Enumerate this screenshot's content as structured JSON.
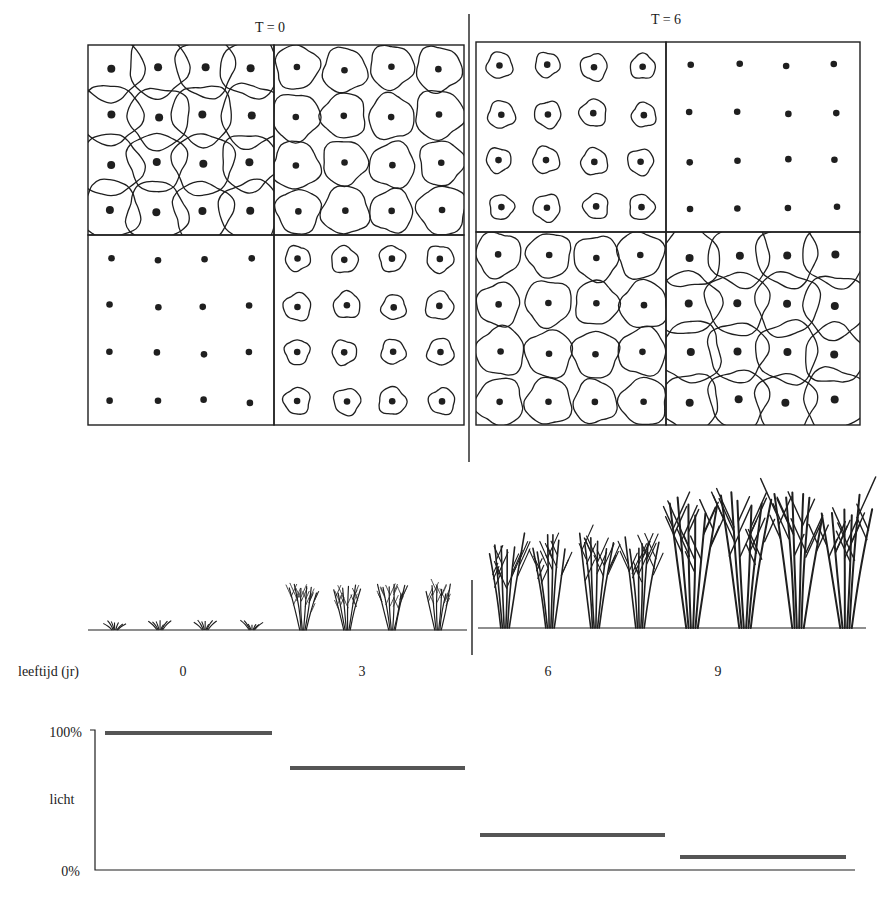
{
  "diagram": {
    "labels": [
      "T = 0",
      "T = 6",
      "leeftijd (jr)",
      "0",
      "3",
      "6",
      "9",
      "100%",
      "licht",
      "0%"
    ]
  }
}
